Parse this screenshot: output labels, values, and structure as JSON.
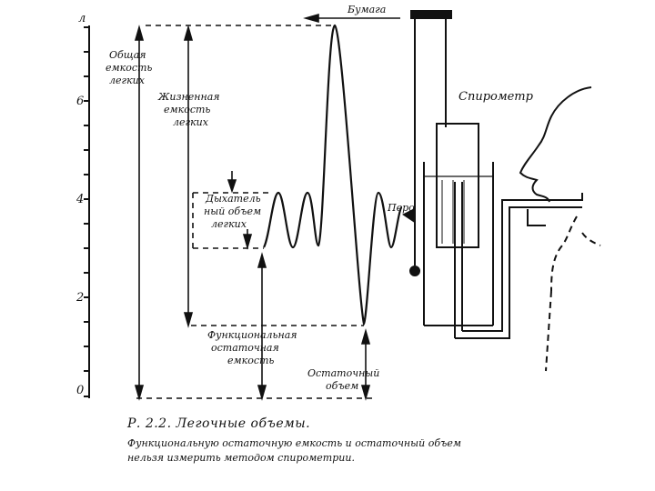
{
  "axis": {
    "unit": "л",
    "ticks": [
      "6",
      "4",
      "2",
      "0"
    ]
  },
  "labels": {
    "paper": "Бумага",
    "spirometer": "Спирометр",
    "pen": "Перо",
    "total_capacity": [
      "Общая",
      "емкость",
      "легких"
    ],
    "vital_capacity": [
      "Жизненная",
      "емкость",
      "легких"
    ],
    "tidal_volume": [
      "Дыхатель",
      "ный объем",
      "легких"
    ],
    "frc": [
      "Функциональная",
      "остаточная",
      "емкость"
    ],
    "residual_volume": [
      "Остаточный",
      "объем"
    ]
  },
  "caption": {
    "title": "Р. 2.2.  Легочные объемы.",
    "text": "Функциональную остаточную емкость и остаточный объем нельзя измерить методом спирометрии."
  },
  "colors": {
    "ink": "#111111",
    "paper": "#ffffff"
  }
}
